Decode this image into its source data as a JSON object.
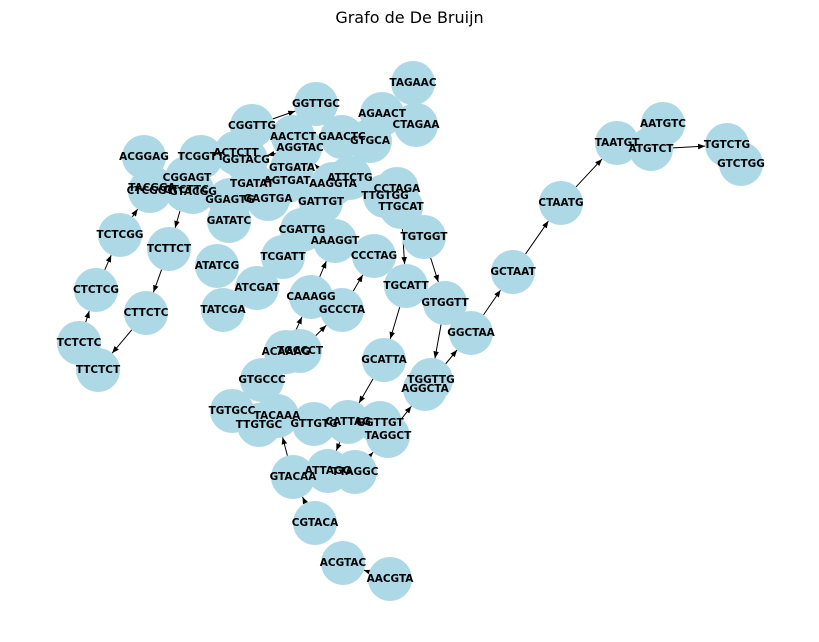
{
  "title": "Grafo de De Bruijn",
  "colors": {
    "node_fill": "#add8e6",
    "edge": "#000000",
    "label": "#000000"
  },
  "nodes": [
    {
      "id": "TAGAAC",
      "label": "TAGAAC"
    },
    {
      "id": "GGTTGC",
      "label": "GGTTGC"
    },
    {
      "id": "AGAACT",
      "label": "AGAACT"
    },
    {
      "id": "CTAGAA",
      "label": "CTAGAA"
    },
    {
      "id": "CGGTTG",
      "label": "CGGTTG"
    },
    {
      "id": "AACTCT",
      "label": "AACTCT"
    },
    {
      "id": "GAACTC",
      "label": "GAACTC"
    },
    {
      "id": "AGGTAC",
      "label": "AGGTAC"
    },
    {
      "id": "GTGCA",
      "label": "GTGCA"
    },
    {
      "id": "ACGGAG",
      "label": "ACGGAG"
    },
    {
      "id": "TCGGTT",
      "label": "TCGGTT"
    },
    {
      "id": "ACTCTT",
      "label": "ACTCTT"
    },
    {
      "id": "GGTACG",
      "label": "GGTACG"
    },
    {
      "id": "GTGATA",
      "label": "GTGATA"
    },
    {
      "id": "ATTCTG",
      "label": "ATTCTG"
    },
    {
      "id": "CGGAGT",
      "label": "CGGAGT"
    },
    {
      "id": "TGATAT",
      "label": "TGATAT"
    },
    {
      "id": "AGTGAT",
      "label": "AGTGAT"
    },
    {
      "id": "AAGGTA",
      "label": "AAGGTA"
    },
    {
      "id": "CCTAGA",
      "label": "CCTAGA"
    },
    {
      "id": "TACGGA",
      "label": "TACGGA"
    },
    {
      "id": "GTCTTC",
      "label": "GTCTTC"
    },
    {
      "id": "CTCGGT",
      "label": "CTCGGT"
    },
    {
      "id": "GTACGG",
      "label": "GTACGG"
    },
    {
      "id": "TTGTGG",
      "label": "TTGTGG"
    },
    {
      "id": "GGAGTG",
      "label": "GGAGTG"
    },
    {
      "id": "GAGTGA",
      "label": "GAGTGA"
    },
    {
      "id": "GATTGT",
      "label": "GATTGT"
    },
    {
      "id": "TTGCAT",
      "label": "TTGCAT"
    },
    {
      "id": "GATATC",
      "label": "GATATC"
    },
    {
      "id": "TCTCGG",
      "label": "TCTCGG"
    },
    {
      "id": "CGATTG",
      "label": "CGATTG"
    },
    {
      "id": "TGTGGT",
      "label": "TGTGGT"
    },
    {
      "id": "AAAGGT",
      "label": "AAAGGT"
    },
    {
      "id": "TCTTCT",
      "label": "TCTTCT"
    },
    {
      "id": "TCGATT",
      "label": "TCGATT"
    },
    {
      "id": "CCCTAG",
      "label": "CCCTAG"
    },
    {
      "id": "ATATCG",
      "label": "ATATCG"
    },
    {
      "id": "CTCTCG",
      "label": "CTCTCG"
    },
    {
      "id": "ATCGAT",
      "label": "ATCGAT"
    },
    {
      "id": "TGCATT",
      "label": "TGCATT"
    },
    {
      "id": "CAAAGG",
      "label": "CAAAGG"
    },
    {
      "id": "CTTCTC",
      "label": "CTTCTC"
    },
    {
      "id": "TATCGA",
      "label": "TATCGA"
    },
    {
      "id": "GCCCTA",
      "label": "GCCCTA"
    },
    {
      "id": "GTGGTT",
      "label": "GTGGTT"
    },
    {
      "id": "TCTCTC",
      "label": "TCTCTC"
    },
    {
      "id": "GGCTAA",
      "label": "GGCTAA"
    },
    {
      "id": "ACAAAG",
      "label": "ACAAAG"
    },
    {
      "id": "TGCCCT",
      "label": "TGCCCT"
    },
    {
      "id": "TTCTCT",
      "label": "TTCTCT"
    },
    {
      "id": "GCATTA",
      "label": "GCATTA"
    },
    {
      "id": "GTGCCC",
      "label": "GTGCCC"
    },
    {
      "id": "TGGTTG",
      "label": "TGGTTG"
    },
    {
      "id": "AGGCTA",
      "label": "AGGCTA"
    },
    {
      "id": "TGTGCC",
      "label": "TGTGCC"
    },
    {
      "id": "TACAAA",
      "label": "TACAAA"
    },
    {
      "id": "CATTAG",
      "label": "CATTAG"
    },
    {
      "id": "GTTGTG",
      "label": "GTTGTG"
    },
    {
      "id": "GGTTGT",
      "label": "GGTTGT"
    },
    {
      "id": "TTGTGC",
      "label": "TTGTGC"
    },
    {
      "id": "TAGGCT",
      "label": "TAGGCT"
    },
    {
      "id": "ATTAGG",
      "label": "ATTAGG"
    },
    {
      "id": "TTAGGC",
      "label": "TTAGGC"
    },
    {
      "id": "GTACAA",
      "label": "GTACAA"
    },
    {
      "id": "CGTACA",
      "label": "CGTACA"
    },
    {
      "id": "ACGTAC",
      "label": "ACGTAC"
    },
    {
      "id": "AACGTA",
      "label": "AACGTA"
    },
    {
      "id": "AATGTC",
      "label": "AATGTC"
    },
    {
      "id": "TAATGT",
      "label": "TAATGT"
    },
    {
      "id": "ATGTCT",
      "label": "ATGTCT"
    },
    {
      "id": "TGTCTG",
      "label": "TGTCTG"
    },
    {
      "id": "GTCTGG",
      "label": "GTCTGG"
    },
    {
      "id": "CTAATG",
      "label": "CTAATG"
    },
    {
      "id": "GCTAAT",
      "label": "GCTAAT"
    }
  ],
  "edges": [
    {
      "from": "CGGTTG",
      "to": "GGTTGC"
    },
    {
      "from": "CGGAGT",
      "to": "GGAGTG"
    },
    {
      "from": "AGGTAC",
      "to": "GGTACG"
    },
    {
      "from": "AAGGTA",
      "to": "AGGTAC"
    },
    {
      "from": "TTGCAT",
      "to": "CCTAGA"
    },
    {
      "from": "TCTTCT",
      "to": "CTTCTC"
    },
    {
      "from": "TCTCGG",
      "to": "CTCGGT"
    },
    {
      "from": "CTCTCG",
      "to": "TCTCGG"
    },
    {
      "from": "TCTCTC",
      "to": "CTCTCG"
    },
    {
      "from": "TTCTCT",
      "to": "TCTCTC"
    },
    {
      "from": "CTTCTC",
      "to": "TTCTCT"
    },
    {
      "from": "GTCTTC",
      "to": "TCTTCT"
    },
    {
      "from": "CAAAGG",
      "to": "AAAGGT"
    },
    {
      "from": "ACAAAG",
      "to": "CAAAGG"
    },
    {
      "from": "TGCCCT",
      "to": "GCCCTA"
    },
    {
      "from": "GCCCTA",
      "to": "CCCTAG"
    },
    {
      "from": "TTGTGG",
      "to": "TGTGGT"
    },
    {
      "from": "TGTGGT",
      "to": "GTGGTT"
    },
    {
      "from": "TTGCAT",
      "to": "TGCATT"
    },
    {
      "from": "TGCATT",
      "to": "GCATTA"
    },
    {
      "from": "GCATTA",
      "to": "CATTAG"
    },
    {
      "from": "GTGGTT",
      "to": "TGGTTG"
    },
    {
      "from": "AGGCTA",
      "to": "GGCTAA"
    },
    {
      "from": "TAGGCT",
      "to": "AGGCTA"
    },
    {
      "from": "GGTTGT",
      "to": "TTGTGC"
    },
    {
      "from": "TTAGGC",
      "to": "TAGGCT"
    },
    {
      "from": "CATTAG",
      "to": "ATTAGG"
    },
    {
      "from": "GTACAA",
      "to": "TACAAA"
    },
    {
      "from": "CGTACA",
      "to": "GTACAA"
    },
    {
      "from": "AACGTA",
      "to": "ACGTAC"
    },
    {
      "from": "GGCTAA",
      "to": "GCTAAT"
    },
    {
      "from": "GCTAAT",
      "to": "CTAATG"
    },
    {
      "from": "CTAATG",
      "to": "TAATGT"
    },
    {
      "from": "ATGTCT",
      "to": "TGTCTG"
    }
  ]
}
